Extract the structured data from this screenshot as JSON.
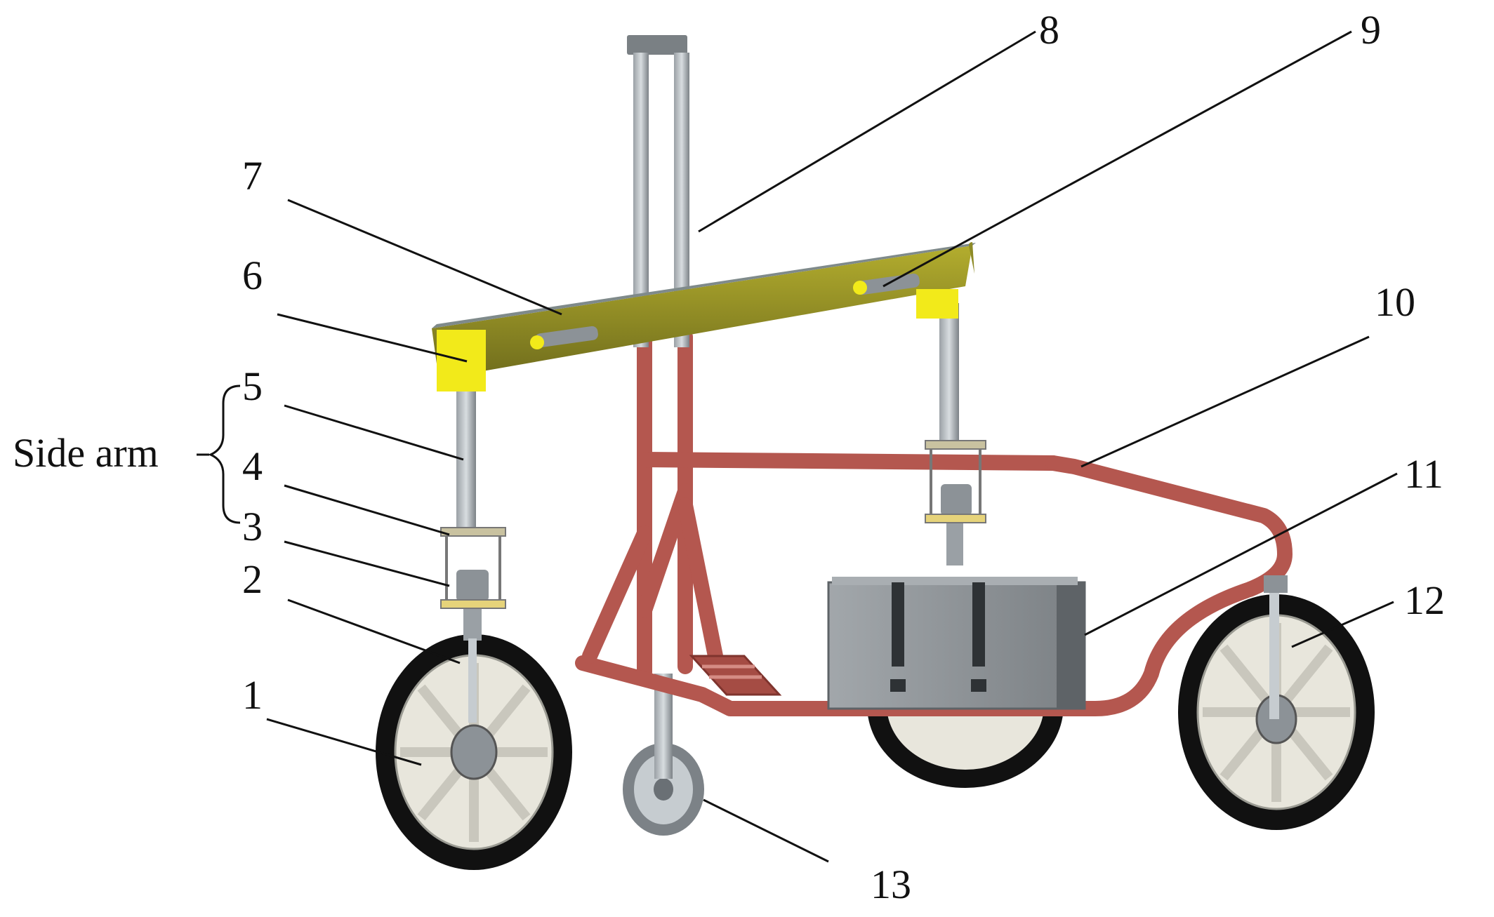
{
  "callouts": {
    "c1": "1",
    "c2": "2",
    "c3": "3",
    "c4": "4",
    "c5": "5",
    "c6": "6",
    "c7": "7",
    "c8": "8",
    "c9": "9",
    "c10": "10",
    "c11": "11",
    "c12": "12",
    "c13": "13"
  },
  "group_label": "Side arm",
  "colors": {
    "frame": "#b4574f",
    "frame_dark": "#8f3b34",
    "beam": "#9c9a2a",
    "beam_top": "#7f8a8a",
    "bracket": "#f2ea1a",
    "metal": "#8c9297",
    "metal_light": "#c6ccd0",
    "tire": "#111111",
    "rim": "#e8e6dc",
    "battery": "#8e9398",
    "battery_dark": "#5e6367"
  }
}
